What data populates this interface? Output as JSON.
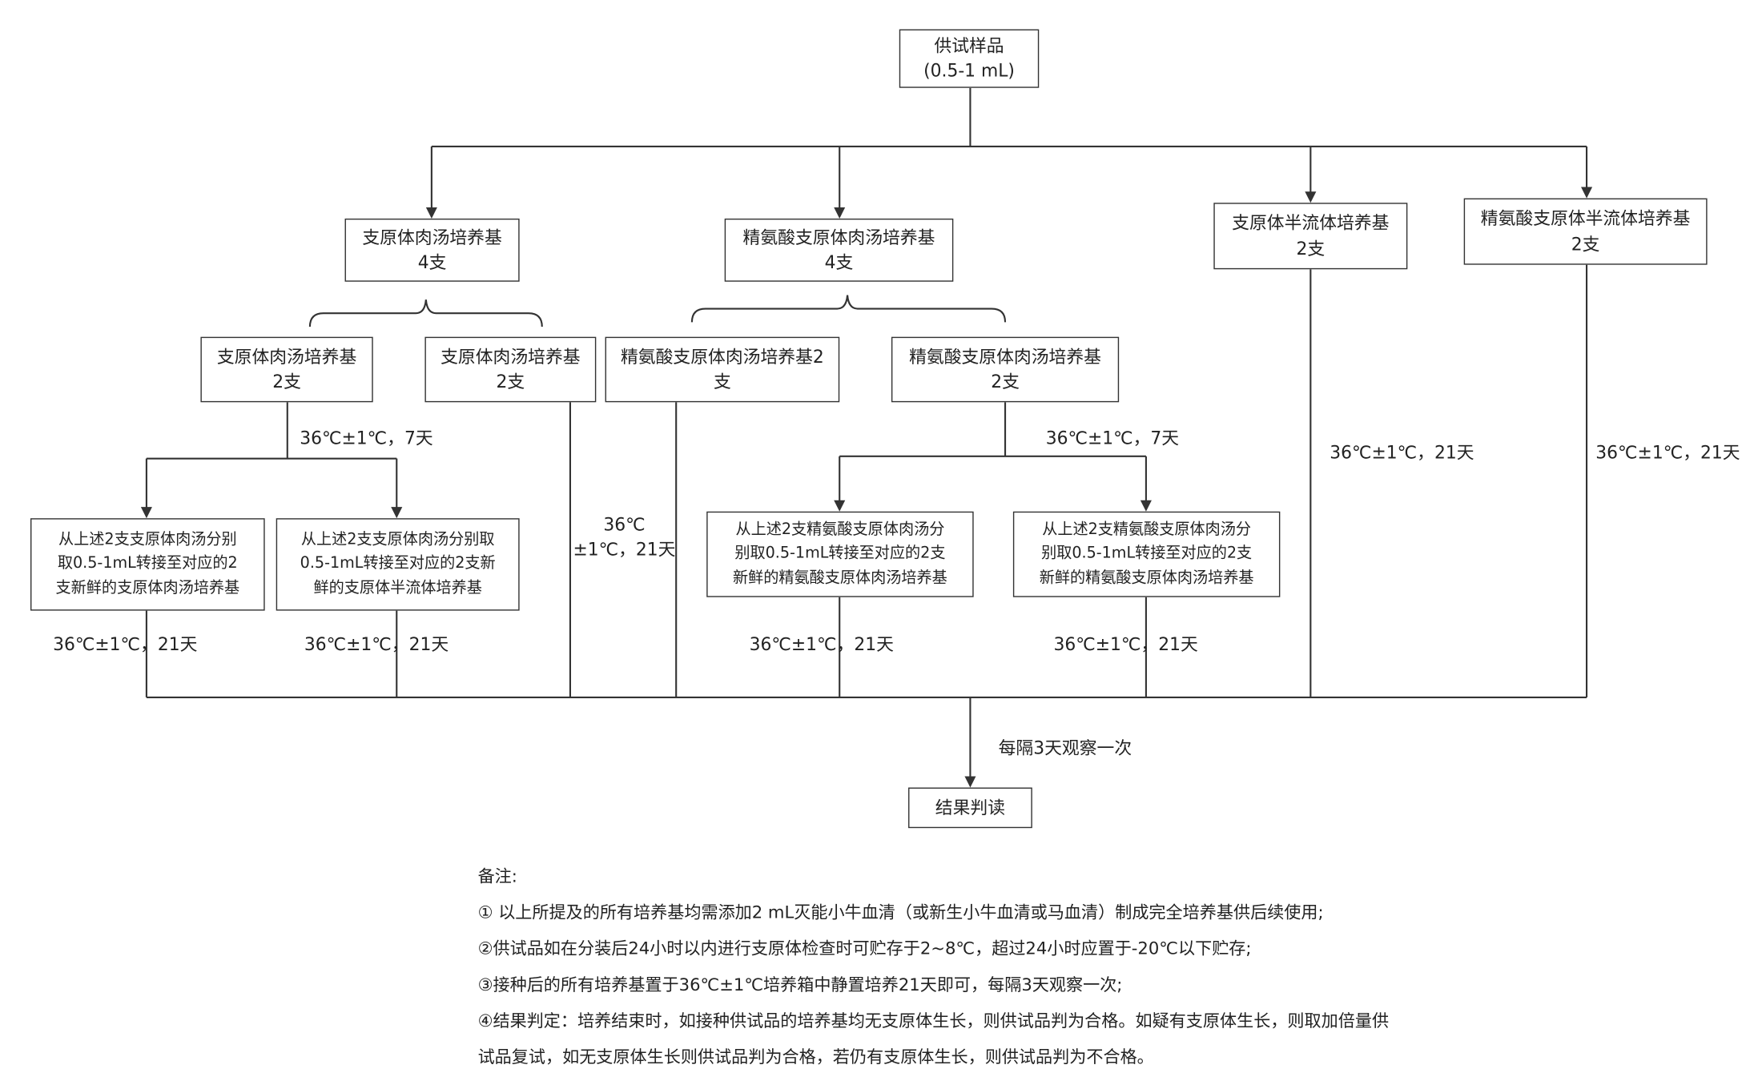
{
  "root": {
    "line1": "供试样品",
    "line2": "(0.5-1 mL)"
  },
  "n1": {
    "line1": "支原体肉汤培养基",
    "line2": "4支"
  },
  "n2": {
    "line1": "精氨酸支原体肉汤培养基",
    "line2": "4支"
  },
  "n3": {
    "line1": "支原体半流体培养基",
    "line2": "2支"
  },
  "n4": {
    "line1": "精氨酸支原体半流体培养基",
    "line2": "2支"
  },
  "n1a": {
    "line1": "支原体肉汤培养基",
    "line2": "2支"
  },
  "n1b": {
    "line1": "支原体肉汤培养基",
    "line2": "2支"
  },
  "n2a": {
    "line1": "精氨酸支原体肉汤培养基2",
    "line2": "支"
  },
  "n2b": {
    "line1": "精氨酸支原体肉汤培养基",
    "line2": "2支"
  },
  "t1": {
    "line1": "从上述2支支原体肉汤分别",
    "line2": "取0.5-1mL转接至对应的2",
    "line3": "支新鲜的支原体肉汤培养基"
  },
  "t2": {
    "line1": "从上述2支支原体肉汤分别取",
    "line2": "0.5-1mL转接至对应的2支新",
    "line3": "鲜的支原体半流体培养基"
  },
  "t3": {
    "line1": "从上述2支精氨酸支原体肉汤分",
    "line2": "别取0.5-1mL转接至对应的2支",
    "line3": "新鲜的精氨酸支原体肉汤培养基"
  },
  "t4": {
    "line1": "从上述2支精氨酸支原体肉汤分",
    "line2": "别取0.5-1mL转接至对应的2支",
    "line3": "新鲜的精氨酸支原体肉汤培养基"
  },
  "result": "结果判读",
  "labels": {
    "c7_left": "36℃±1℃，7天",
    "c7_right": "36℃±1℃，7天",
    "c21_n1b_line1": "36℃",
    "c21_n1b_line2": "±1℃，21天",
    "c21_t1": "36℃±1℃，21天",
    "c21_t2": "36℃±1℃，21天",
    "c21_t3": "36℃±1℃，21天",
    "c21_t4": "36℃±1℃，21天",
    "c21_n3": "36℃±1℃，21天",
    "c21_n4": "36℃±1℃，21天",
    "observe": "每隔3天观察一次"
  },
  "notes": {
    "title": "备注:",
    "n1": "① 以上所提及的所有培养基均需添加2 mL灭能小牛血清（或新生小牛血清或马血清）制成完全培养基供后续使用;",
    "n2": "②供试品如在分装后24小时以内进行支原体检查时可贮存于2~8℃，超过24小时应置于-20℃以下贮存;",
    "n3": "③接种后的所有培养基置于36℃±1℃培养箱中静置培养21天即可，每隔3天观察一次;",
    "n4a": "④结果判定：培养结束时，如接种供试品的培养基均无支原体生长，则供试品判为合格。如疑有支原体生长，则取加倍量供",
    "n4b": "试品复试，如无支原体生长则供试品判为合格，若仍有支原体生长，则供试品判为不合格。"
  }
}
